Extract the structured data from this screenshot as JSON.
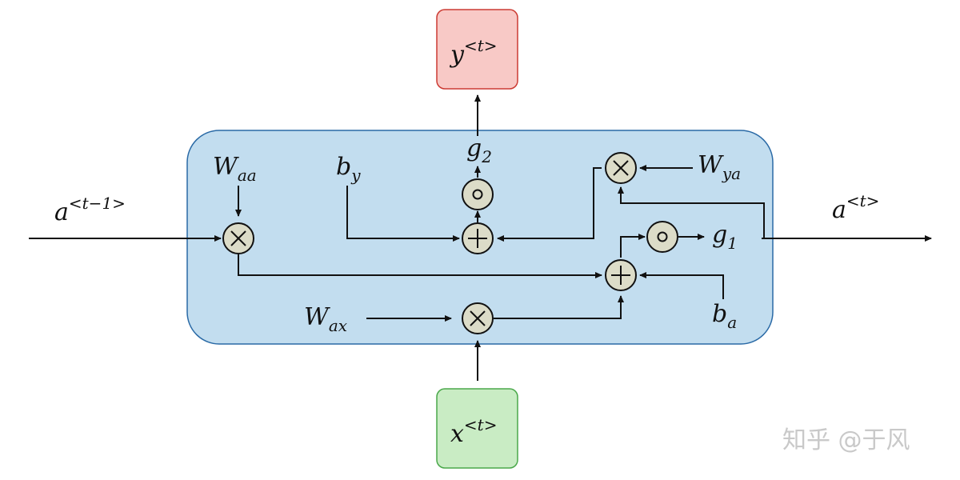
{
  "diagram": {
    "inputs": {
      "a_prev": {
        "base": "a",
        "sup": "<t−1>"
      },
      "x_t": {
        "base": "x",
        "sup": "<t>"
      }
    },
    "outputs": {
      "a_t": {
        "base": "a",
        "sup": "<t>"
      },
      "y_t": {
        "base": "y",
        "sup": "<t>"
      }
    },
    "params": {
      "W_aa": {
        "base": "W",
        "sub": "aa"
      },
      "W_ax": {
        "base": "W",
        "sub": "ax"
      },
      "W_ya": {
        "base": "W",
        "sub": "ya"
      },
      "b_a": {
        "base": "b",
        "sub": "a"
      },
      "b_y": {
        "base": "b",
        "sub": "y"
      }
    },
    "activations": {
      "g1": {
        "base": "g",
        "sub": "1"
      },
      "g2": {
        "base": "g",
        "sub": "2"
      }
    },
    "operators": {
      "multiply": "×",
      "add": "+",
      "activation": "∘"
    },
    "colors": {
      "cell_fill": "#c2ddef",
      "cell_stroke": "#2a6aa6",
      "output_fill": "#f8c9c6",
      "output_stroke": "#cc3b33",
      "input_fill": "#c9ecc4",
      "input_stroke": "#4aa84a",
      "operator_fill": "#dcdcc8"
    }
  },
  "watermark": "知乎 @于风"
}
